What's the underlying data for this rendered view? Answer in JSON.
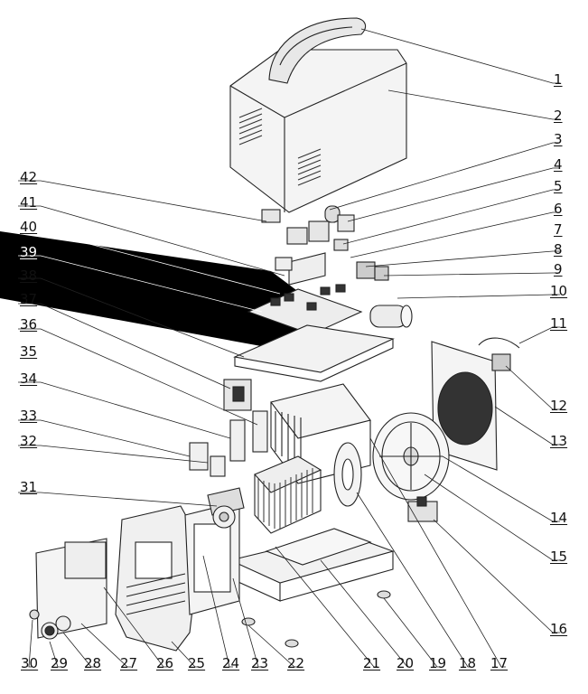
{
  "diagram": {
    "callouts": [
      "1",
      "2",
      "3",
      "4",
      "5",
      "6",
      "7",
      "8",
      "9",
      "10",
      "11",
      "12",
      "13",
      "14",
      "15",
      "16",
      "17",
      "18",
      "19",
      "20",
      "21",
      "22",
      "23",
      "24",
      "25",
      "26",
      "27",
      "28",
      "29",
      "30",
      "31",
      "32",
      "33",
      "34",
      "35",
      "36",
      "37",
      "38",
      "39",
      "40",
      "41",
      "42"
    ]
  },
  "colors": {
    "line": "#222222",
    "band": "#000000",
    "paper": "#ffffff",
    "part_fill": "#f2f2f2",
    "dark_part": "#333333"
  }
}
